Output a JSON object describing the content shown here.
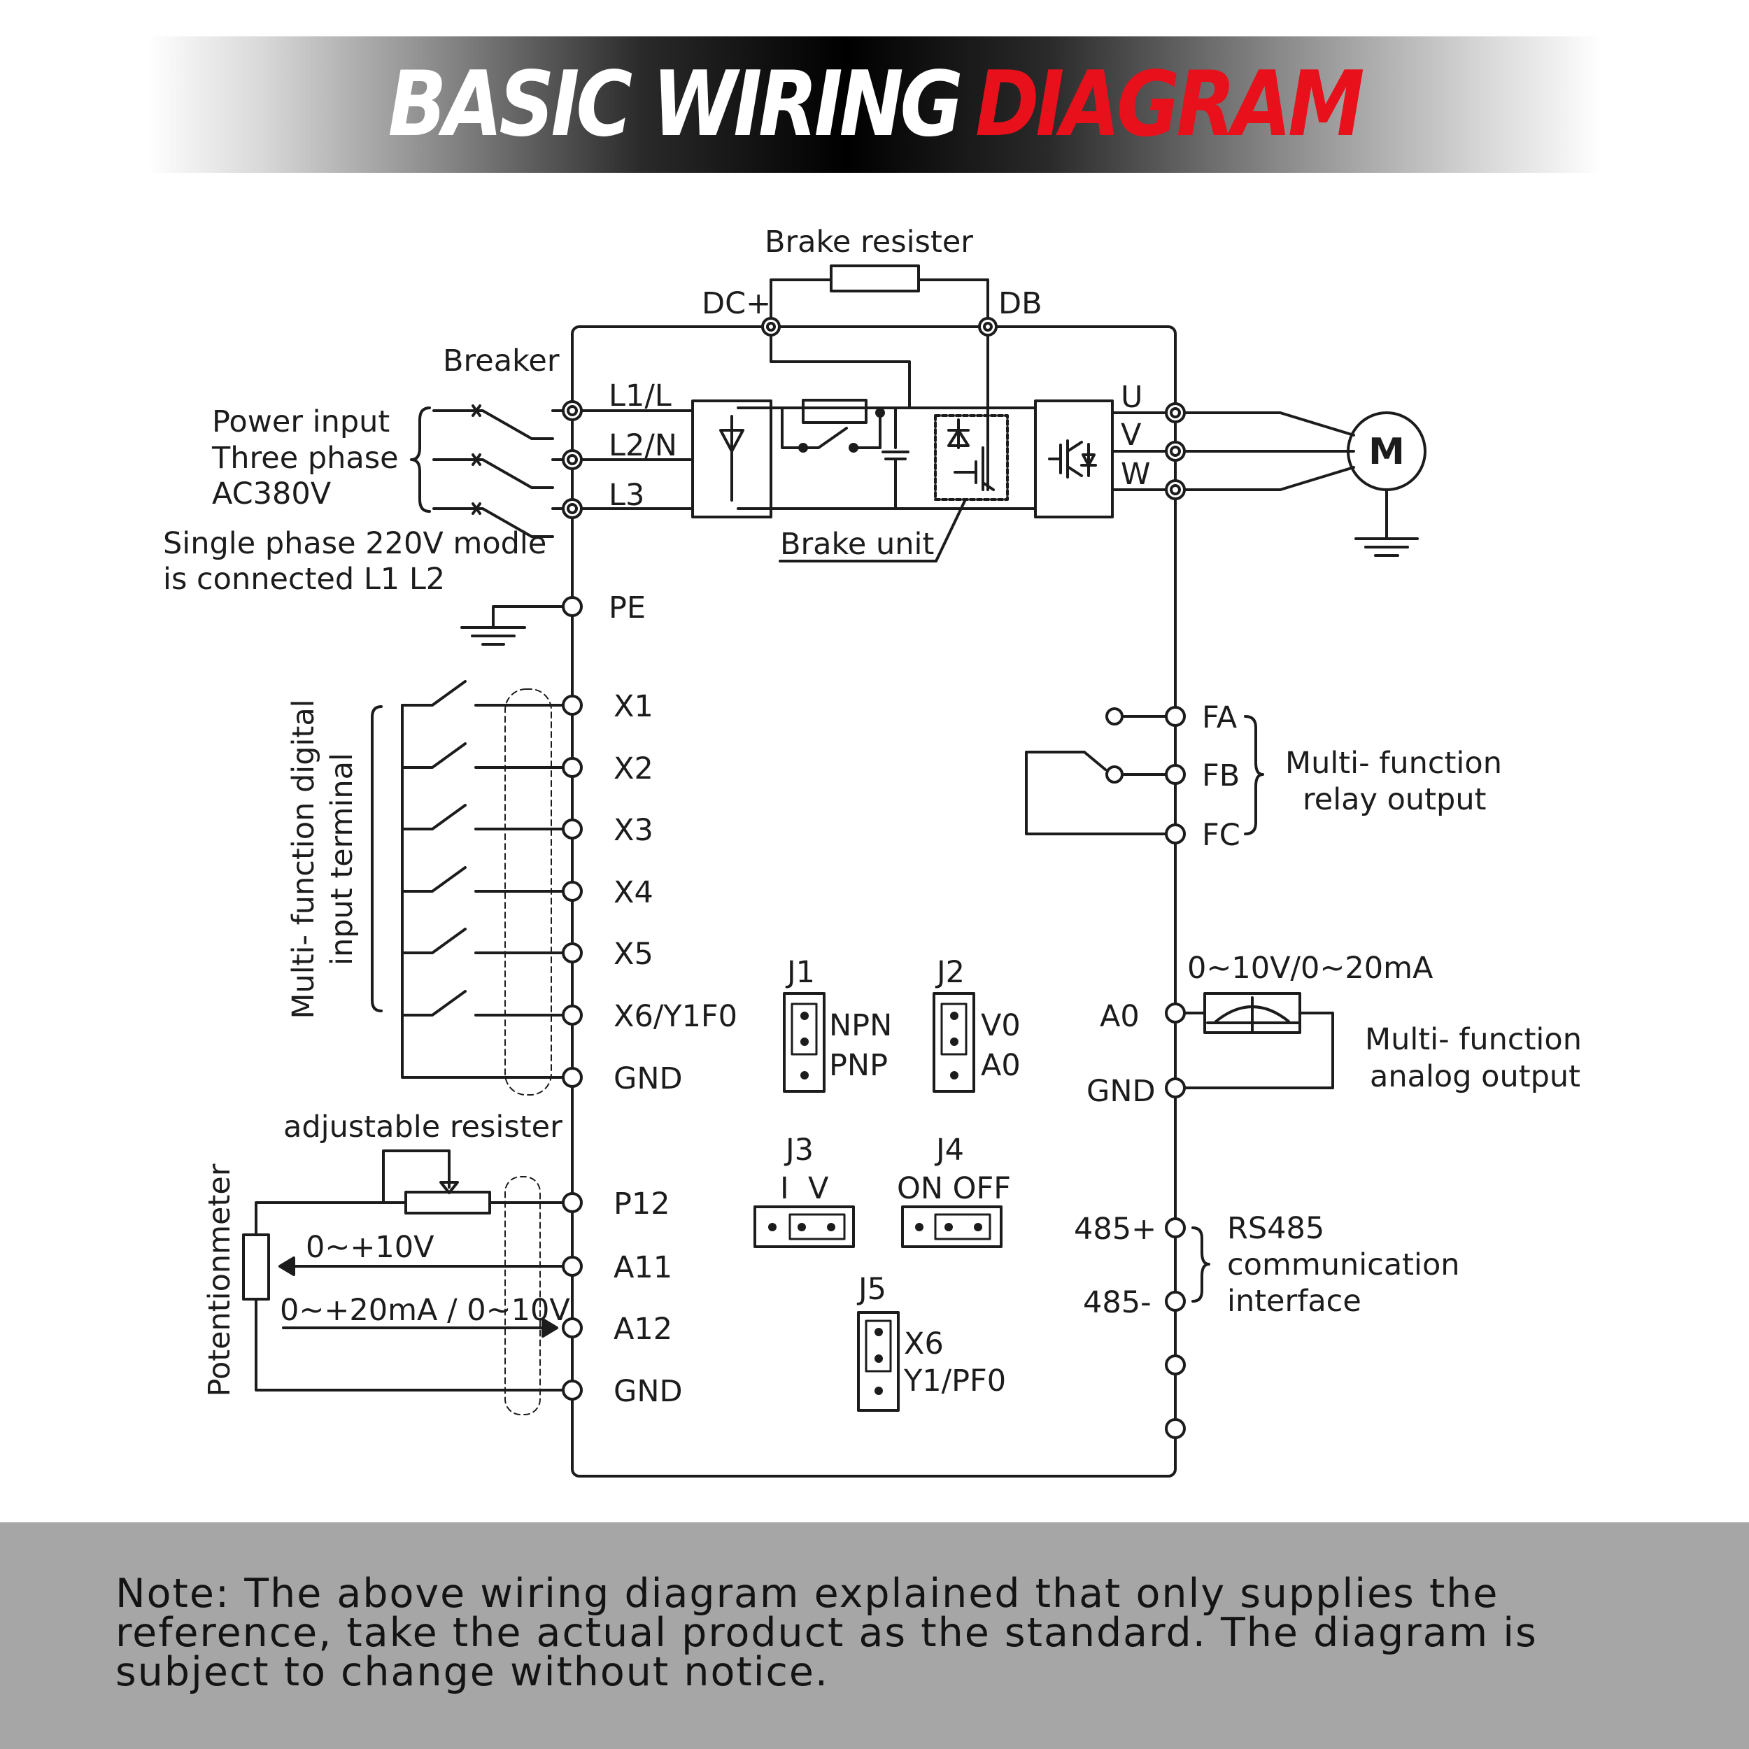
{
  "title": {
    "part1": "BASIC WIRING",
    "part2": "DIAGRAM"
  },
  "colors": {
    "accent_red": "#e8101b",
    "footer_gray": "#a6a6a6",
    "line": "#1c1c1c"
  },
  "labels": {
    "brake_resister": "Brake resister",
    "dc_plus": "DC+",
    "db": "DB",
    "breaker": "Breaker",
    "power_input_1": "Power input",
    "power_input_2": "Three phase",
    "power_input_3": "AC380V",
    "single_phase_1": "Single phase 220V modle",
    "single_phase_2": "is connected  L1  L2",
    "l1": "L1/L",
    "l2": "L2/N",
    "l3": "L3",
    "u": "U",
    "v": "V",
    "w": "W",
    "motor": "M",
    "brake_unit": "Brake unit",
    "pe": "PE",
    "digital_input_1": "Multi- function digital",
    "digital_input_2": "input terminal",
    "x_terminals": [
      "X1",
      "X2",
      "X3",
      "X4",
      "X5",
      "X6/Y1F0",
      "GND"
    ],
    "fa": "FA",
    "fb": "FB",
    "fc": "FC",
    "relay_1": "Multi- function",
    "relay_2": "relay output",
    "analog_range": "0~10V/0~20mA",
    "a0": "A0",
    "gnd": "GND",
    "analog_out_1": "Multi- function",
    "analog_out_2": "analog output",
    "j1": "J1",
    "npn": "NPN",
    "pnp": "PNP",
    "j2": "J2",
    "v0": "V0",
    "a0_jumper": "A0",
    "j3": "J3",
    "j3_sub": "I  V",
    "j4": "J4",
    "j4_sub": "ON OFF",
    "j5": "J5",
    "x6": "X6",
    "y1pf0": "Y1/PF0",
    "adjustable_resister": "adjustable resister",
    "potentiometer": "Potentionmeter",
    "range_10v": "0~+10V",
    "range_20ma": "0~+20mA / 0~10V",
    "p12": "P12",
    "a11": "A11",
    "a12": "A12",
    "gnd_bottom": "GND",
    "rs485_plus": "485+",
    "rs485_minus": "485-",
    "rs485_1": "RS485",
    "rs485_2": "communication",
    "rs485_3": "interface"
  },
  "note": "Note: The above wiring diagram explained that only supplies the reference, take the actual product as the standard. The diagram is subject to change without notice."
}
